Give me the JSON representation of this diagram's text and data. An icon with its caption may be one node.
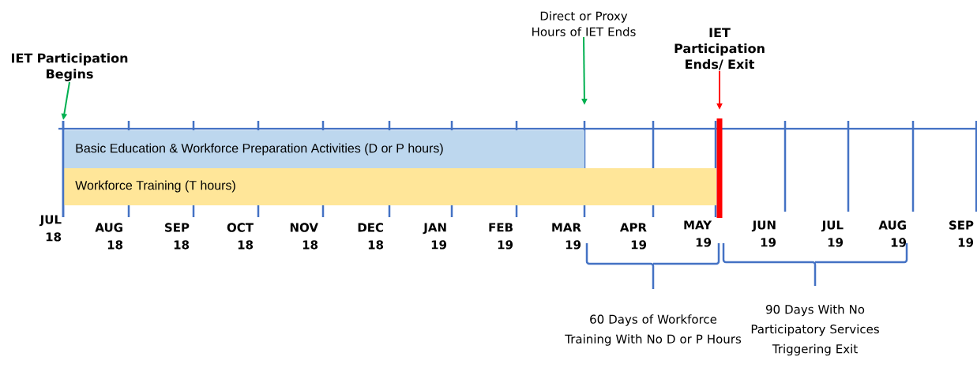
{
  "diagram": {
    "nodes": [
      {
        "text": [
          "IET Participation Begins"
        ]
      },
      {
        "text": [
          "Direct or Proxy Hours of IET Ends"
        ]
      },
      {
        "text": [
          "IET Participation Ends/ Exit"
        ]
      },
      {
        "text": [
          "Basic Education & Workforce Preparation Activities (D or P hours)"
        ]
      },
      {
        "text": [
          "Workforce Training (T hours)"
        ]
      }
    ],
    "edges": [
      {
        "from": 0,
        "to": null,
        "arrow": "to"
      },
      {
        "from": 1,
        "to": null,
        "arrow": "to"
      },
      {
        "from": 2,
        "to": null,
        "arrow": "to",
        "color": "#ff0000"
      }
    ],
    "labels": [
      "JUL 18",
      "AUG 18",
      "SEP 18",
      "OCT 18",
      "NOV 18",
      "DEC 18",
      "JAN 19",
      "FEB 19",
      "MAR 19",
      "APR 19",
      "MAY 19",
      "JUN 19",
      "JUL 19",
      "AUG 19",
      "SEP 19",
      "60 Days of Workforce Training With No D or P Hours",
      "90 Days With No Participatory Services Triggering Exit"
    ]
  }
}
